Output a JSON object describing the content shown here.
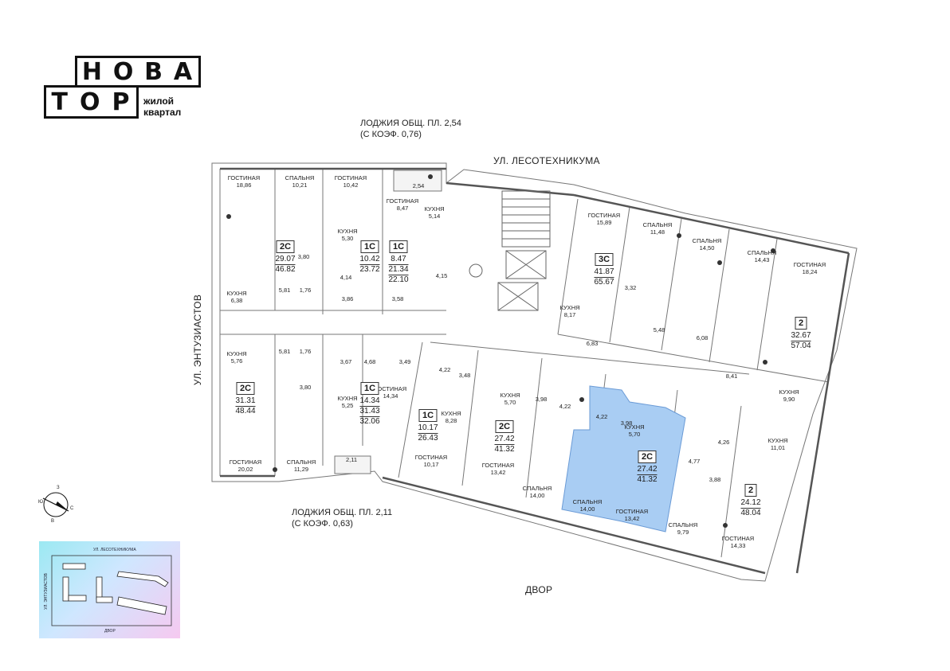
{
  "logo": {
    "row1": [
      "Н",
      "О",
      "В",
      "А"
    ],
    "row2": [
      "Т",
      "О",
      "Р"
    ],
    "sub": "жилой\nквартал"
  },
  "streets": {
    "top": "УЛ. ЛЕСОТЕХНИКУМА",
    "left": "УЛ. ЭНТУЗИАСТОВ",
    "bottom": "ДВОР"
  },
  "notes": {
    "loggia_top": "ЛОДЖИЯ ОБЩ. ПЛ. 2,54\n(С КОЭФ. 0,76)",
    "loggia_bottom": "ЛОДЖИЯ ОБЩ. ПЛ. 2,11\n(С КОЭФ. 0,63)"
  },
  "compass": {
    "n": "З",
    "e": "С",
    "s": "В",
    "w": "Ю"
  },
  "minimap": {
    "top": "УЛ. ЛЕСОТЕХНИКУМА",
    "left": "УЛ. ЭНТУЗИАСТОВ",
    "bottom": "ДВОР"
  },
  "highlight_color": "#a9cdf3",
  "apartments": [
    {
      "type": "2С",
      "v1": "29.07",
      "v2": "46.82"
    },
    {
      "type": "1С",
      "v1": "10.42",
      "v2": "23.72"
    },
    {
      "type": "1С",
      "v1": "8.47",
      "v2": "21.34",
      "v3": "22.10"
    },
    {
      "type": "3С",
      "v1": "41.87",
      "v2": "65.67"
    },
    {
      "type": "2",
      "v1": "32.67",
      "v2": "57.04"
    },
    {
      "type": "2С",
      "v1": "31.31",
      "v2": "48.44"
    },
    {
      "type": "1С",
      "v1": "14.34",
      "v2": "31.43",
      "v3": "32.06"
    },
    {
      "type": "1С",
      "v1": "10.17",
      "v2": "26.43"
    },
    {
      "type": "2С",
      "v1": "27.42",
      "v2": "41.32"
    },
    {
      "type": "2С",
      "v1": "27.42",
      "v2": "41.32"
    },
    {
      "type": "2",
      "v1": "24.12",
      "v2": "48.04"
    }
  ],
  "rooms": [
    {
      "name": "ГОСТИНАЯ",
      "area": "18,86"
    },
    {
      "name": "СПАЛЬНЯ",
      "area": "10,21"
    },
    {
      "name": "ГОСТИНАЯ",
      "area": "10,42"
    },
    {
      "name": "ГОСТИНАЯ",
      "area": "8,47"
    },
    {
      "name": "КУХНЯ",
      "area": "5,14"
    },
    {
      "name": "КУХНЯ",
      "area": "5,30"
    },
    {
      "name": "КУХНЯ",
      "area": "6,38"
    },
    {
      "name": "КУХНЯ",
      "area": "5,76"
    },
    {
      "name": "КУХНЯ",
      "area": "5,25"
    },
    {
      "name": "ГОСТИНАЯ",
      "area": "14,34"
    },
    {
      "name": "ГОСТИНАЯ",
      "area": "20,02"
    },
    {
      "name": "СПАЛЬНЯ",
      "area": "11,29"
    },
    {
      "name": "ГОСТИНАЯ",
      "area": "15,89"
    },
    {
      "name": "СПАЛЬНЯ",
      "area": "11,48"
    },
    {
      "name": "СПАЛЬНЯ",
      "area": "14,50"
    },
    {
      "name": "СПАЛЬНЯ",
      "area": "14,43"
    },
    {
      "name": "ГОСТИНАЯ",
      "area": "18,24"
    },
    {
      "name": "КУХНЯ",
      "area": "8,17"
    },
    {
      "name": "КУХНЯ",
      "area": "9,90"
    },
    {
      "name": "КУХНЯ",
      "area": "8,28"
    },
    {
      "name": "КУХНЯ",
      "area": "5,70"
    },
    {
      "name": "КУХНЯ",
      "area": "5,70"
    },
    {
      "name": "КУХНЯ",
      "area": "11,01"
    },
    {
      "name": "ГОСТИНАЯ",
      "area": "10,17"
    },
    {
      "name": "ГОСТИНАЯ",
      "area": "13,42"
    },
    {
      "name": "СПАЛЬНЯ",
      "area": "14,00"
    },
    {
      "name": "СПАЛЬНЯ",
      "area": "14,00"
    },
    {
      "name": "ГОСТИНАЯ",
      "area": "13,42"
    },
    {
      "name": "СПАЛЬНЯ",
      "area": "9,79"
    },
    {
      "name": "ГОСТИНАЯ",
      "area": "14,33"
    }
  ],
  "small_areas": [
    "3,80",
    "1,76",
    "5,81",
    "4,14",
    "3,86",
    "3,58",
    "4,15",
    "2,54",
    "3,32",
    "5,48",
    "6,08",
    "6,83",
    "5,81",
    "1,76",
    "3,67",
    "4,68",
    "3,49",
    "3,80",
    "4,22",
    "3,48",
    "3,98",
    "4,22",
    "4,22",
    "3,98",
    "4,26",
    "4,77",
    "3,88",
    "8,41",
    "2,11"
  ]
}
